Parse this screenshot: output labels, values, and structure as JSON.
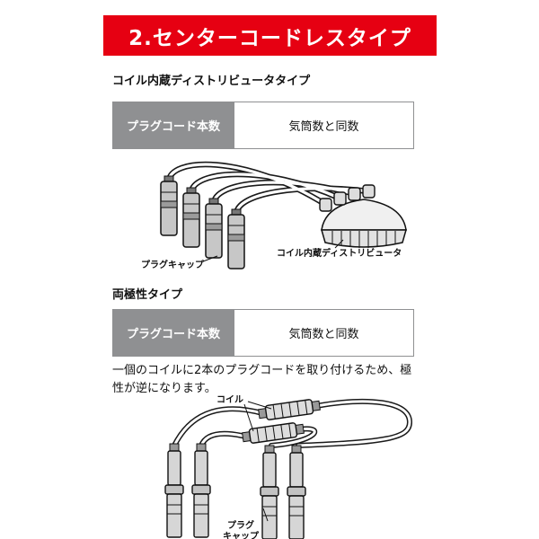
{
  "banner": {
    "title": "2.センターコードレスタイプ"
  },
  "section_distributor": {
    "heading": "コイル内蔵ディストリビュータタイプ",
    "table": {
      "header": "プラグコード本数",
      "value": "気筒数と同数"
    },
    "labels": {
      "plug_cap": "プラグキャップ",
      "distributor": "コイル内蔵ディストリビュータ"
    }
  },
  "section_bipolar": {
    "heading": "両極性タイプ",
    "table": {
      "header": "プラグコード本数",
      "value": "気筒数と同数"
    },
    "description": "一個のコイルに2本のプラグコードを取り付けるため、極性が逆になります。",
    "labels": {
      "coil": "コイル",
      "plug_cap_line1": "プラグ",
      "plug_cap_line2": "キャップ"
    }
  },
  "colors": {
    "banner_bg": "#e60012",
    "banner_text": "#ffffff",
    "table_header_bg": "#8f9092",
    "table_header_text": "#ffffff",
    "table_border": "#8f9092",
    "body_text": "#111111"
  }
}
